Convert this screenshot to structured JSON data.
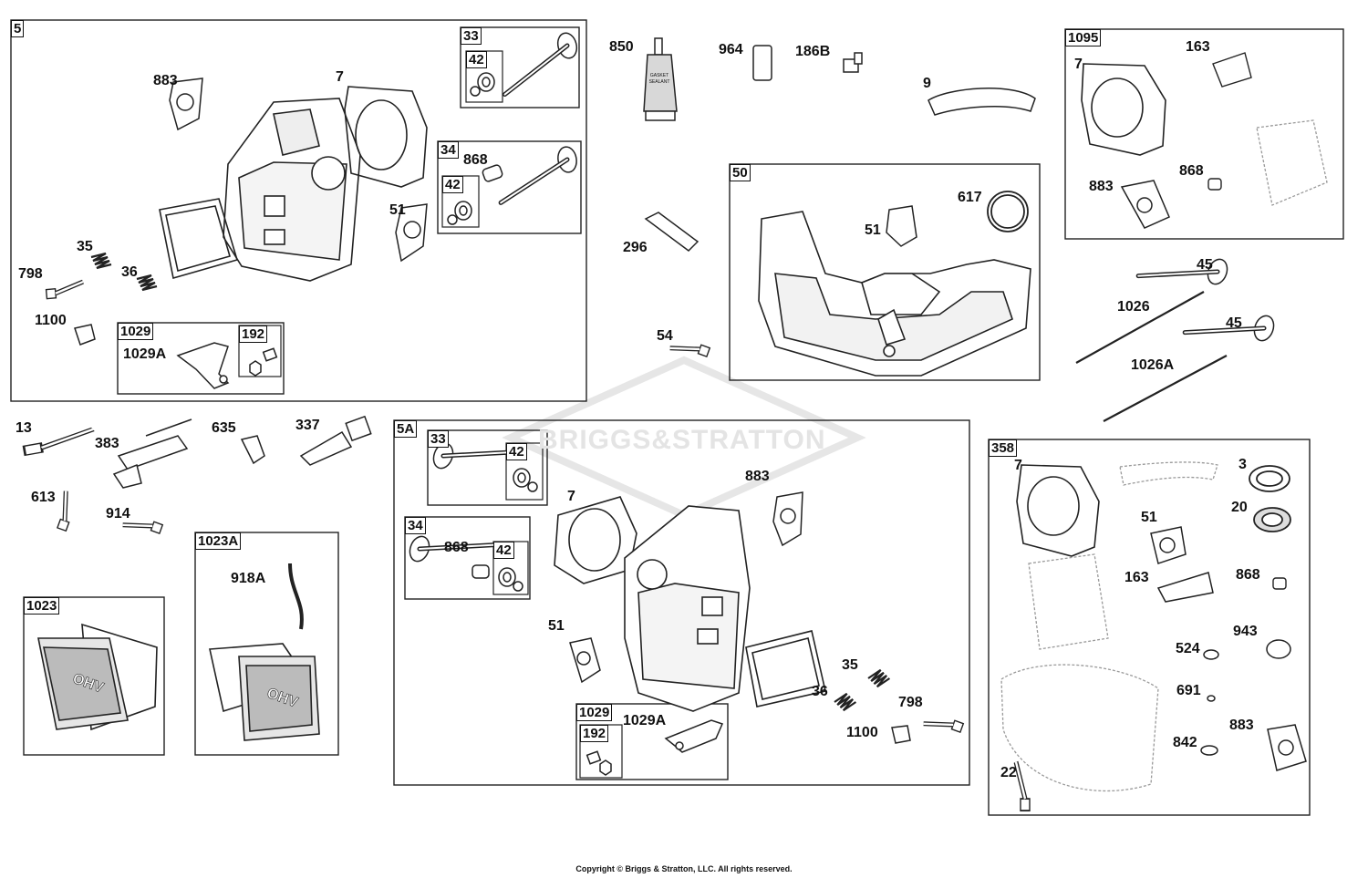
{
  "watermark": "BRIGGS&STRATTON",
  "copyright": "Copyright © Briggs & Stratton, LLC. All rights reserved.",
  "box_labels": {
    "b5": "5",
    "b33a": "33",
    "b42a": "42",
    "b34a": "34",
    "b42b": "42",
    "b1029a": "1029",
    "b192a": "192",
    "b50": "50",
    "b1095": "1095",
    "b5A": "5A",
    "b33b": "33",
    "b42c": "42",
    "b34b": "34",
    "b42d": "42",
    "b1029b": "1029",
    "b192b": "192",
    "b1023A": "1023A",
    "b1023": "1023",
    "b358": "358"
  },
  "callouts": {
    "c883a": "883",
    "c7a": "7",
    "c868a": "868",
    "c51a": "51",
    "c35a": "35",
    "c798a": "798",
    "c36a": "36",
    "c1100a": "1100",
    "c1029Aa": "1029A",
    "c850": "850",
    "c964": "964",
    "c186B": "186B",
    "c9": "9",
    "c296": "296",
    "c617": "617",
    "c51b": "51",
    "c54": "54",
    "c7b": "7",
    "c163a": "163",
    "c883b": "883",
    "c868b": "868",
    "c45a": "45",
    "c1026": "1026",
    "c45b": "45",
    "c1026A": "1026A",
    "c13": "13",
    "c383": "383",
    "c635": "635",
    "c337": "337",
    "c613": "613",
    "c914": "914",
    "c918A": "918A",
    "c7c": "7",
    "c883c": "883",
    "c868c": "868",
    "c51c": "51",
    "c35b": "35",
    "c36b": "36",
    "c798b": "798",
    "c1100b": "1100",
    "c1029Ab": "1029A",
    "c7d": "7",
    "c3": "3",
    "c20": "20",
    "c51d": "51",
    "c163b": "163",
    "c868d": "868",
    "c943": "943",
    "c524": "524",
    "c691": "691",
    "c883d": "883",
    "c842": "842",
    "c22": "22"
  },
  "icons": [
    "cylinder-head",
    "valve",
    "valve-retainer",
    "gasket",
    "spring",
    "bolt",
    "rocker-arm",
    "sealant-tube",
    "spark-plug",
    "intake-manifold",
    "valve-cover-ohv",
    "breather-tube",
    "o-ring",
    "oil-seal",
    "push-rod"
  ],
  "tube_text": [
    "GASKET",
    "SEALANT"
  ],
  "valve_cover_text": "OHV"
}
